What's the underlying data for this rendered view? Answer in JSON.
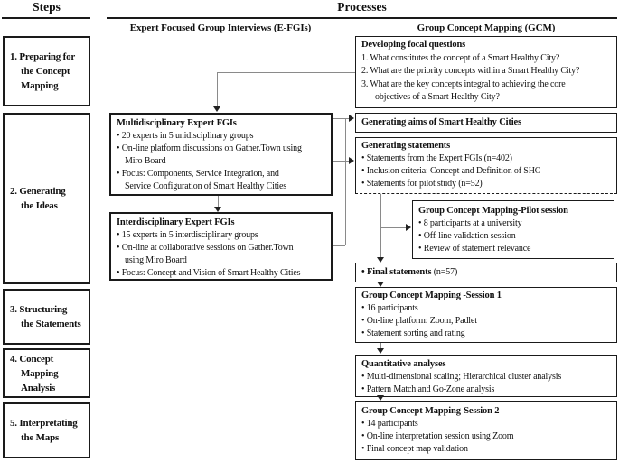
{
  "header": {
    "steps": "Steps",
    "processes": "Processes"
  },
  "columns": {
    "efgi": "Expert Focused Group Interviews (E-FGIs)",
    "gcm": "Group Concept Mapping (GCM)"
  },
  "steps": [
    {
      "lines": [
        "1. Preparing for",
        "the Concept",
        "Mapping"
      ]
    },
    {
      "lines": [
        "2. Generating",
        "the Ideas"
      ]
    },
    {
      "lines": [
        "3. Structuring",
        "the Statements"
      ]
    },
    {
      "lines": [
        "4. Concept",
        "Mapping",
        "Analysis"
      ]
    },
    {
      "lines": [
        "5. Interpretating",
        "the Maps"
      ]
    }
  ],
  "efgi": {
    "multi": {
      "title": "Multidisciplinary Expert FGIs",
      "lines": [
        "• 20 experts in 5 unidisciplinary groups",
        "• On-line platform discussions on Gather.Town using",
        "Miro Board",
        "• Focus: Components, Service Integration, and",
        "Service Configuration of Smart Healthy Cities"
      ]
    },
    "inter": {
      "title": "Interdisciplinary Expert FGIs",
      "lines": [
        "• 15 experts in 5 interdisciplinary groups",
        "• On-line at collaborative sessions on Gather.Town",
        "using Miro Board",
        "• Focus: Concept and Vision of Smart Healthy Cities"
      ]
    }
  },
  "gcm": {
    "focal": {
      "title": "Developing focal questions",
      "lines": [
        "1.  What constitutes the concept of a Smart Healthy City?",
        "2.  What are the priority concepts within a Smart Healthy City?",
        "3.  What are the key concepts integral to achieving the core",
        "objectives of a Smart Healthy City?"
      ]
    },
    "aims": {
      "title": "Generating aims of Smart Healthy Cities"
    },
    "statements": {
      "title": "Generating statements",
      "lines": [
        "• Statements from the Expert FGIs (n=402)",
        "• Inclusion criteria: Concept and Definition of SHC",
        "• Statements for pilot study (n=52)"
      ]
    },
    "pilot": {
      "title": "Group Concept Mapping-Pilot session",
      "lines": [
        "• 8 participants at a university",
        "• Off-line validation session",
        "• Review of statement relevance"
      ]
    },
    "final": {
      "bold": "• Final statements",
      "normal": " (n=57)"
    },
    "session1": {
      "title": "Group Concept Mapping -Session 1",
      "lines": [
        "• 16 participants",
        "• On-line platform: Zoom, Padlet",
        "• Statement sorting and rating"
      ]
    },
    "quant": {
      "title": "Quantitative analyses",
      "lines": [
        "• Multi-dimensional scaling; Hierarchical cluster analysis",
        "• Pattern Match and Go-Zone analysis"
      ]
    },
    "session2": {
      "title": "Group Concept Mapping-Session 2",
      "lines": [
        "• 14 participants",
        "• On-line interpretation session using Zoom",
        "• Final concept map validation"
      ]
    }
  },
  "colors": {
    "box_border": "#1a1a1a",
    "connector": "#8a8a8a",
    "arrow": "#222222"
  }
}
